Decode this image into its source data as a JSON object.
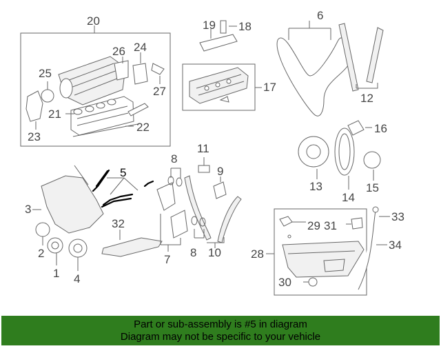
{
  "diagram": {
    "callouts": {
      "c1": "1",
      "c2": "2",
      "c3": "3",
      "c4": "4",
      "c5": "5",
      "c6": "6",
      "c7": "7",
      "c8a": "8",
      "c8b": "8",
      "c9": "9",
      "c10": "10",
      "c11": "11",
      "c12": "12",
      "c13": "13",
      "c14": "14",
      "c15": "15",
      "c16": "16",
      "c17": "17",
      "c18": "18",
      "c19": "19",
      "c20": "20",
      "c21": "21",
      "c22": "22",
      "c23": "23",
      "c24": "24",
      "c25": "25",
      "c26": "26",
      "c27": "27",
      "c28": "28",
      "c29": "29",
      "c30": "30",
      "c31": "31",
      "c32": "32",
      "c33": "33",
      "c34": "34"
    },
    "highlighted_part": "5"
  },
  "banner": {
    "line1": "Part or sub-assembly is #5 in diagram",
    "line2": "Diagram may not be specific to your vehicle",
    "background": "#2f7d1e"
  }
}
